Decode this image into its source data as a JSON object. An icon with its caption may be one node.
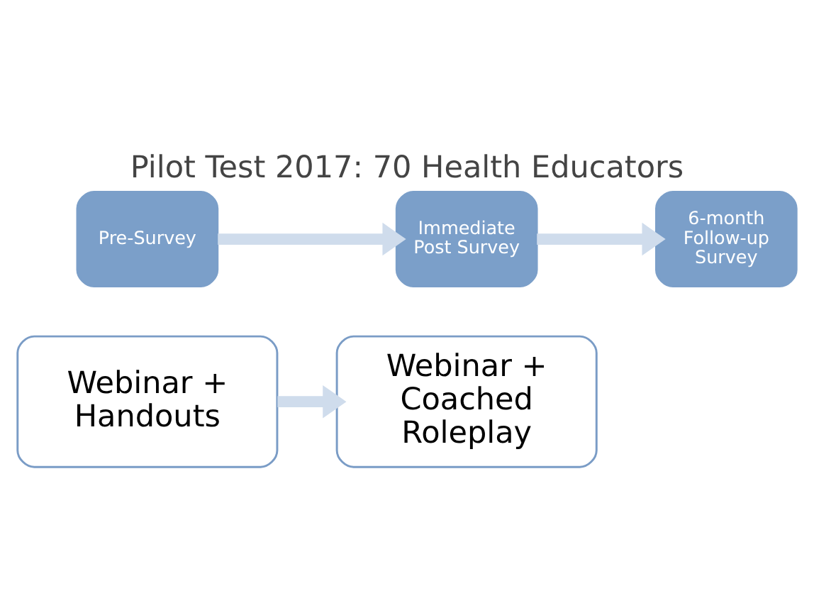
{
  "diagram": {
    "title": "Pilot Test 2017: 70 Health Educators",
    "nodes": [
      {
        "text": [
          "Webinar + Handouts"
        ]
      },
      {
        "text": [
          "Webinar + Coached Roleplay"
        ]
      },
      {
        "text": [
          "Pre-Survey"
        ]
      },
      {
        "text": [
          "Immediate Post Survey"
        ]
      },
      {
        "text": [
          "6-month Follow-up Survey"
        ]
      }
    ],
    "edges": [
      {
        "from": 0,
        "to": 1,
        "arrow": "to"
      },
      {
        "from": 2,
        "to": 3,
        "arrow": "to"
      },
      {
        "from": 3,
        "to": 4,
        "arrow": "to"
      }
    ]
  }
}
